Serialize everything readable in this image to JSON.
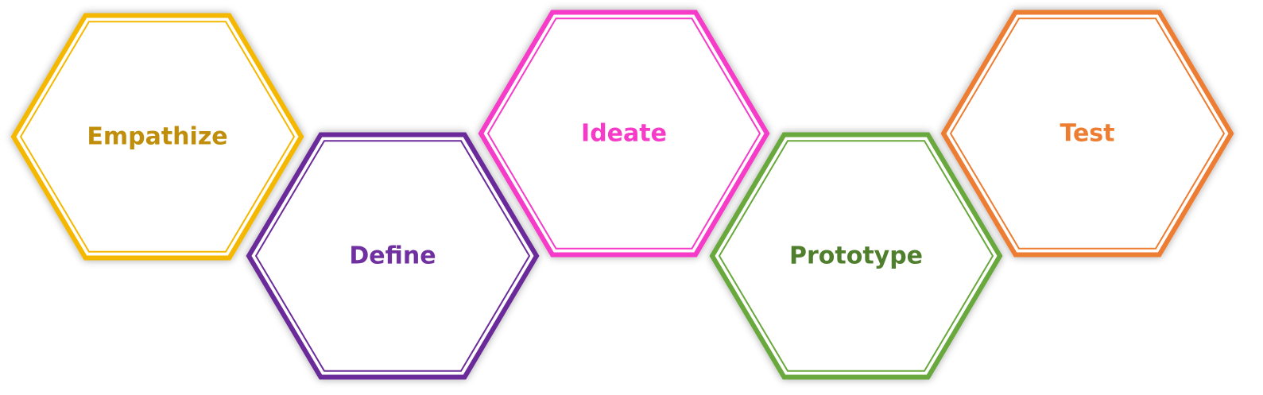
{
  "diagram": {
    "title": "",
    "stages": [
      {
        "label": "Empathize",
        "color": "#F5B800",
        "text_color": "#C08E0A"
      },
      {
        "label": "Define",
        "color": "#6B2C9A",
        "text_color": "#7030A0"
      },
      {
        "label": "Ideate",
        "color": "#F53BC7",
        "text_color": "#F53BC7"
      },
      {
        "label": "Prototype",
        "color": "#68A83C",
        "text_color": "#4F7F2C"
      },
      {
        "label": "Test",
        "color": "#ED7D31",
        "text_color": "#ED7D31"
      }
    ]
  }
}
